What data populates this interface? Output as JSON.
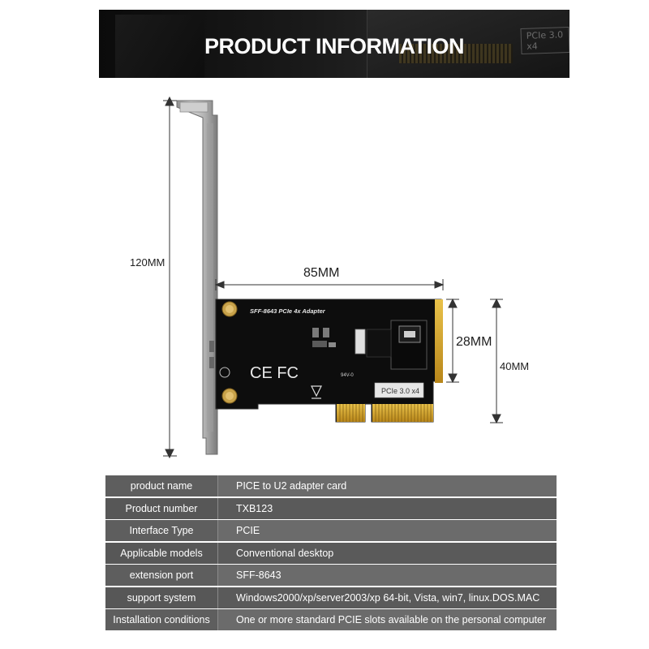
{
  "banner": {
    "title": "PRODUCT INFORMATION",
    "ghost_label": "PCIe 3.0 x4"
  },
  "product_image": {
    "board_title": "SFF-8643 PCIe 4x Adapter",
    "certifications": "CE FC",
    "slot_label": "PCIe 3.0 x4",
    "marking": "94V-0"
  },
  "dimensions": {
    "height": "120MM",
    "width": "85MM",
    "connector_height": "28MM",
    "board_height": "40MM"
  },
  "specs": [
    {
      "key": "product name",
      "value": "PICE to U2 adapter card"
    },
    {
      "key": "Product number",
      "value": "TXB123"
    },
    {
      "key": "Interface Type",
      "value": "PCIE"
    },
    {
      "key": "Applicable models",
      "value": "Conventional desktop"
    },
    {
      "key": "extension port",
      "value": "SFF-8643"
    },
    {
      "key": "support system",
      "value": "Windows2000/xp/server2003/xp 64-bit, Vista, win7, linux.DOS.MAC"
    },
    {
      "key": "Installation conditions",
      "value": "One or more standard PCIE slots available on the personal computer"
    }
  ],
  "colors": {
    "banner_bg": "#141414",
    "pcb": "#0d0d0d",
    "gold": "#d4a22a",
    "bracket": "#b9b9b9",
    "table_key": "#5e5e5e",
    "table_val": "#6b6b6b"
  }
}
